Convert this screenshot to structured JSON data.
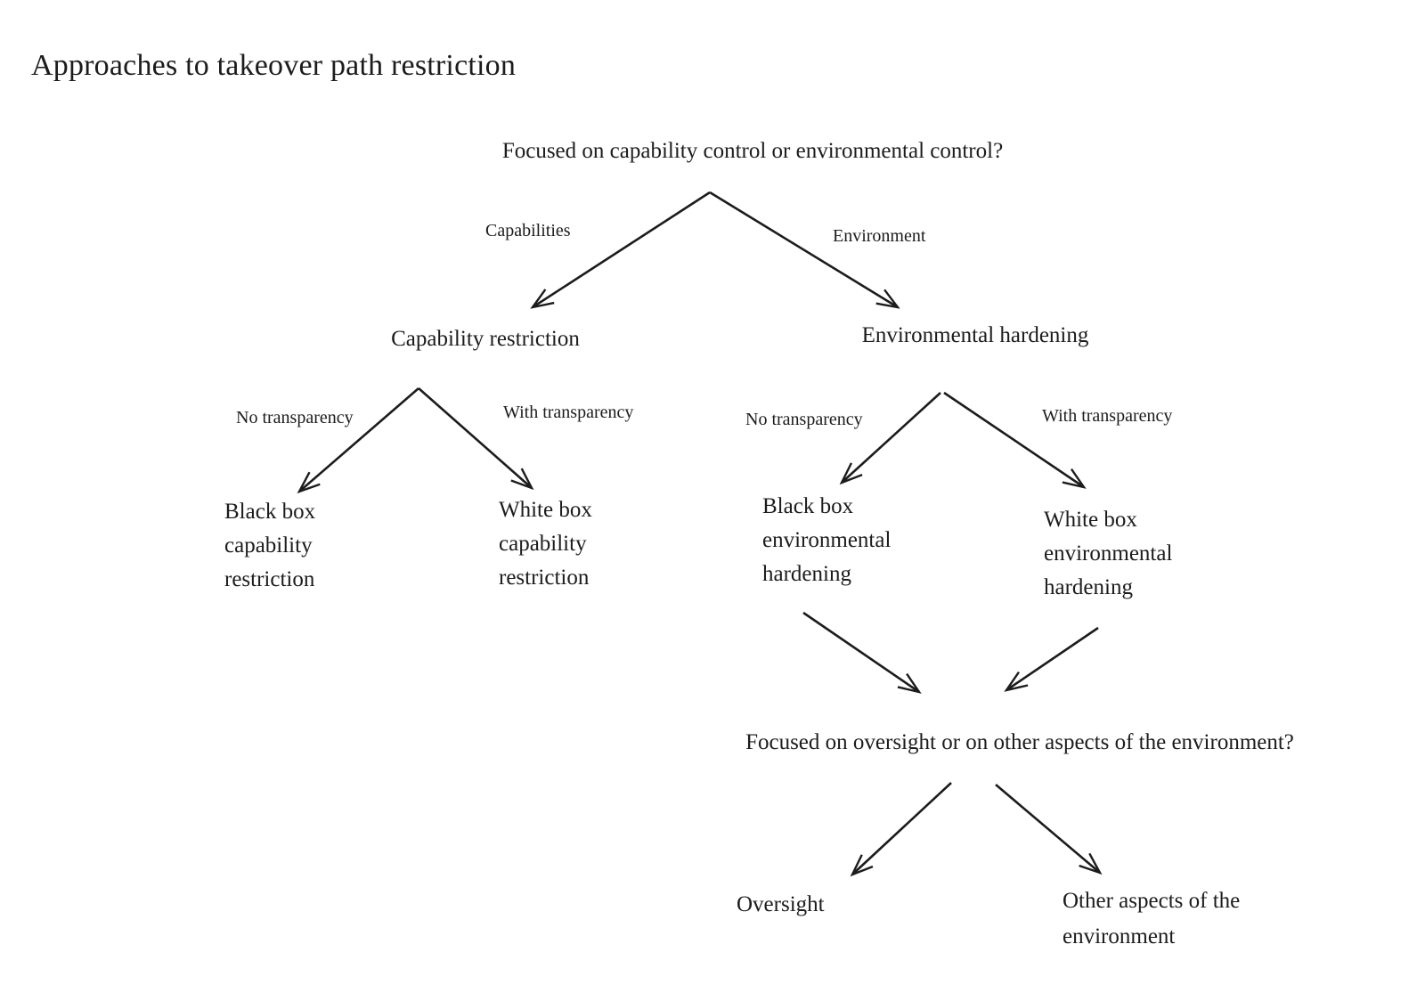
{
  "title": "Approaches to takeover path restriction",
  "colors": {
    "background": "#ffffff",
    "ink": "#1c1c1c"
  },
  "tree": {
    "root_question": "Focused on capability control or environmental control?",
    "branches": {
      "capabilities_label": "Capabilities",
      "environment_label": "Environment"
    },
    "capability": {
      "node_label": "Capability restriction",
      "no_transparency_label": "No transparency",
      "with_transparency_label": "With transparency",
      "black_box_lines": [
        "Black box",
        "capability",
        "restriction"
      ],
      "white_box_lines": [
        "White box",
        "capability",
        "restriction"
      ]
    },
    "environment": {
      "node_label": "Environmental hardening",
      "no_transparency_label": "No transparency",
      "with_transparency_label": "With transparency",
      "black_box_lines": [
        "Black box",
        "environmental",
        "hardening"
      ],
      "white_box_lines": [
        "White box",
        "environmental",
        "hardening"
      ]
    },
    "oversight_question": "Focused on oversight or on other aspects of the environment?",
    "outcomes": {
      "oversight_label": "Oversight",
      "other_aspects_lines": [
        "Other aspects of the",
        "environment"
      ]
    }
  }
}
